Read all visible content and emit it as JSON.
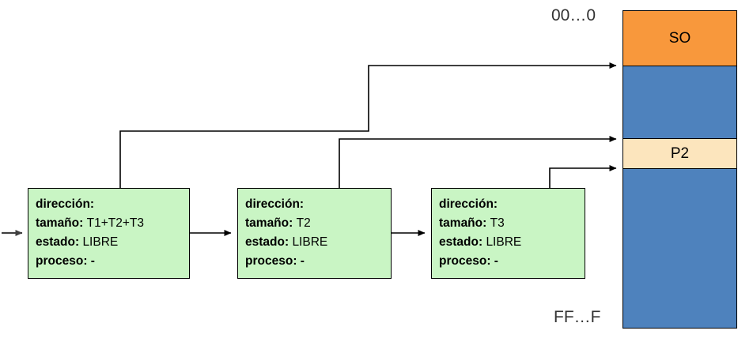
{
  "diagram": {
    "title_absent": true,
    "type": "memory-free-list-diagram",
    "colors": {
      "node_fill": "#c9f5c4",
      "node_border": "#000000",
      "os_segment": "#f8983c",
      "free_segment": "#4e82bd",
      "process_segment": "#fce5bd",
      "wire": "#000000"
    }
  },
  "labels": {
    "address_top": "00…0",
    "address_bottom": "FF…F"
  },
  "memory": {
    "segments": [
      {
        "name": "SO",
        "label": "SO",
        "kind": "os"
      },
      {
        "name": "free-upper",
        "label": "",
        "kind": "free"
      },
      {
        "name": "P2",
        "label": "P2",
        "kind": "process"
      },
      {
        "name": "free-lower",
        "label": "",
        "kind": "free"
      }
    ]
  },
  "nodes": [
    {
      "id": "block-1",
      "fields": [
        {
          "key": "dirección:",
          "value": ""
        },
        {
          "key": "tamaño:",
          "value": "T1+T2+T3"
        },
        {
          "key": "estado:",
          "value": "LIBRE"
        },
        {
          "key": "proceso",
          "value": ": -"
        }
      ]
    },
    {
      "id": "block-2",
      "fields": [
        {
          "key": "dirección:",
          "value": ""
        },
        {
          "key": "tamaño:",
          "value": "T2"
        },
        {
          "key": "estado:",
          "value": "LIBRE"
        },
        {
          "key": "proceso",
          "value": ": -"
        }
      ]
    },
    {
      "id": "block-3",
      "fields": [
        {
          "key": "dirección:",
          "value": ""
        },
        {
          "key": "tamaño:",
          "value": "T3"
        },
        {
          "key": "estado:",
          "value": "LIBRE"
        },
        {
          "key": "proceso",
          "value": ": -"
        }
      ]
    }
  ],
  "connectors": [
    {
      "name": "list-head-arrow",
      "from": "left-edge",
      "to": "block-1"
    },
    {
      "name": "next-arrow-1-2",
      "from": "block-1",
      "to": "block-2"
    },
    {
      "name": "next-arrow-2-3",
      "from": "block-2",
      "to": "block-3"
    },
    {
      "name": "addr-pointer-1",
      "from": "block-1",
      "to": "memory-free-upper-top"
    },
    {
      "name": "addr-pointer-2",
      "from": "block-2",
      "to": "memory-p2-top"
    },
    {
      "name": "addr-pointer-3",
      "from": "block-3",
      "to": "memory-free-lower-top"
    }
  ]
}
